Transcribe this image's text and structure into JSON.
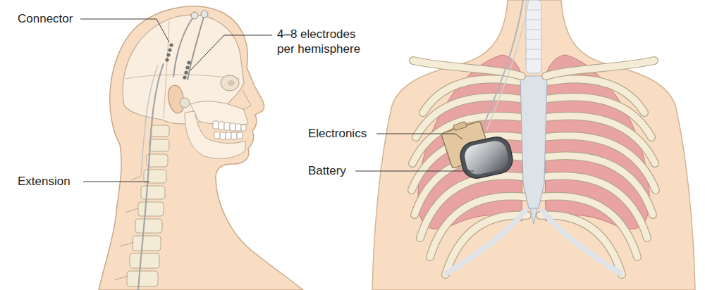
{
  "diagram": {
    "labels": [
      "Connector",
      "4–8 electrodes per hemisphere",
      "Extension",
      "Electronics",
      "Battery"
    ]
  }
}
